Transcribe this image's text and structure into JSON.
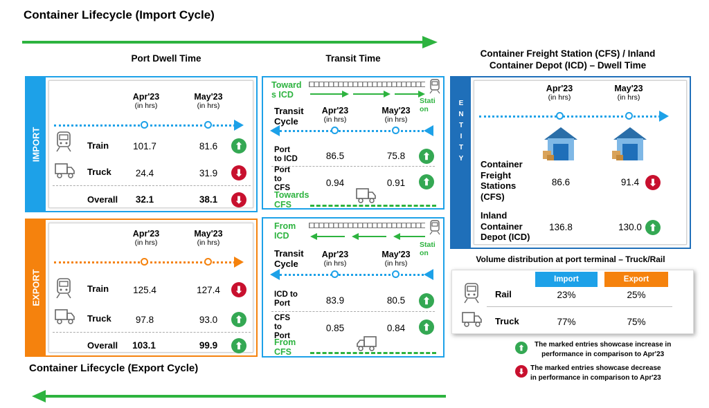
{
  "page_title": "Container Lifecycle (Import Cycle)",
  "export_cycle_title": "Container Lifecycle (Export Cycle)",
  "colors": {
    "green": "#2db33f",
    "blue": "#1da1e8",
    "orange": "#f5820d",
    "navy": "#1f6fb9",
    "up": "#34a853",
    "down": "#c8102e"
  },
  "port_dwell": {
    "title": "Port Dwell Time",
    "months": [
      {
        "label": "Apr'23",
        "unit": "(in hrs)"
      },
      {
        "label": "May'23",
        "unit": "(in hrs)"
      }
    ],
    "import": {
      "tag": "IMPORT",
      "rows": [
        {
          "label": "Train",
          "apr": "101.7",
          "may": "81.6",
          "trend": "up",
          "icon": "train-icon"
        },
        {
          "label": "Truck",
          "apr": "24.4",
          "may": "31.9",
          "trend": "down",
          "icon": "truck-icon"
        },
        {
          "label": "Overall",
          "apr": "32.1",
          "may": "38.1",
          "trend": "down"
        }
      ]
    },
    "export": {
      "tag": "EXPORT",
      "rows": [
        {
          "label": "Train",
          "apr": "125.4",
          "may": "127.4",
          "trend": "down",
          "icon": "train-icon"
        },
        {
          "label": "Truck",
          "apr": "97.8",
          "may": "93.0",
          "trend": "up",
          "icon": "truck-icon"
        },
        {
          "label": "Overall",
          "apr": "103.1",
          "may": "99.9",
          "trend": "up"
        }
      ]
    }
  },
  "transit": {
    "title": "Transit Time",
    "import": {
      "top_label_1": "Toward",
      "top_label_2": "s ICD",
      "station_1": "Stati",
      "station_2": "on",
      "cycle_1": "Transit",
      "cycle_2": "Cycle",
      "apr": "Apr'23",
      "may": "May'23",
      "unit": "(in hrs)",
      "rows": [
        {
          "l1": "Port",
          "l2": "to ICD",
          "l3": "",
          "apr": "86.5",
          "may": "75.8",
          "trend": "up"
        },
        {
          "l1": "Port",
          "l2": "to",
          "l3": "CFS",
          "apr": "0.94",
          "may": "0.91",
          "trend": "up"
        }
      ],
      "bottom_label_1": "Towards",
      "bottom_label_2": "CFS"
    },
    "export": {
      "top_label_1": "From",
      "top_label_2": "ICD",
      "station_1": "Stati",
      "station_2": "on",
      "cycle_1": "Transit",
      "cycle_2": "Cycle",
      "apr": "Apr'23",
      "may": "May'23",
      "unit": "(in hrs)",
      "rows": [
        {
          "l1": "ICD to",
          "l2": "Port",
          "l3": "",
          "apr": "83.9",
          "may": "80.5",
          "trend": "up"
        },
        {
          "l1": "CFS",
          "l2": "to",
          "l3": "Port",
          "apr": "0.85",
          "may": "0.84",
          "trend": "up"
        }
      ],
      "bottom_label_1": "From",
      "bottom_label_2": "CFS"
    }
  },
  "cfs": {
    "title_1": "Container Freight Station (CFS) / Inland",
    "title_2": "Container Depot (ICD) – Dwell Time",
    "tag": "ENTITY",
    "apr": "Apr'23",
    "may": "May'23",
    "unit": "(in hrs)",
    "rows": [
      {
        "l1": "Container",
        "l2": "Freight",
        "l3": "Stations",
        "l4": "(CFS)",
        "apr": "86.6",
        "may": "91.4",
        "trend": "down"
      },
      {
        "l1": "Inland",
        "l2": "Container",
        "l3": "Depot (ICD)",
        "l4": "",
        "apr": "136.8",
        "may": "130.0",
        "trend": "up"
      }
    ]
  },
  "volume": {
    "title": "Volume distribution at port terminal – Truck/Rail",
    "columns": [
      "Import",
      "Export"
    ],
    "rows": [
      {
        "label": "Rail",
        "import": "23%",
        "export": "25%",
        "icon": "train-icon"
      },
      {
        "label": "Truck",
        "import": "77%",
        "export": "75%",
        "icon": "truck-icon"
      }
    ]
  },
  "legend": {
    "up_1": "The marked entries showcase increase in",
    "up_2": "performance in comparison to Apr'23",
    "down_1": "The marked entries showcase decrease",
    "down_2": "in performance in comparison to Apr'23"
  }
}
